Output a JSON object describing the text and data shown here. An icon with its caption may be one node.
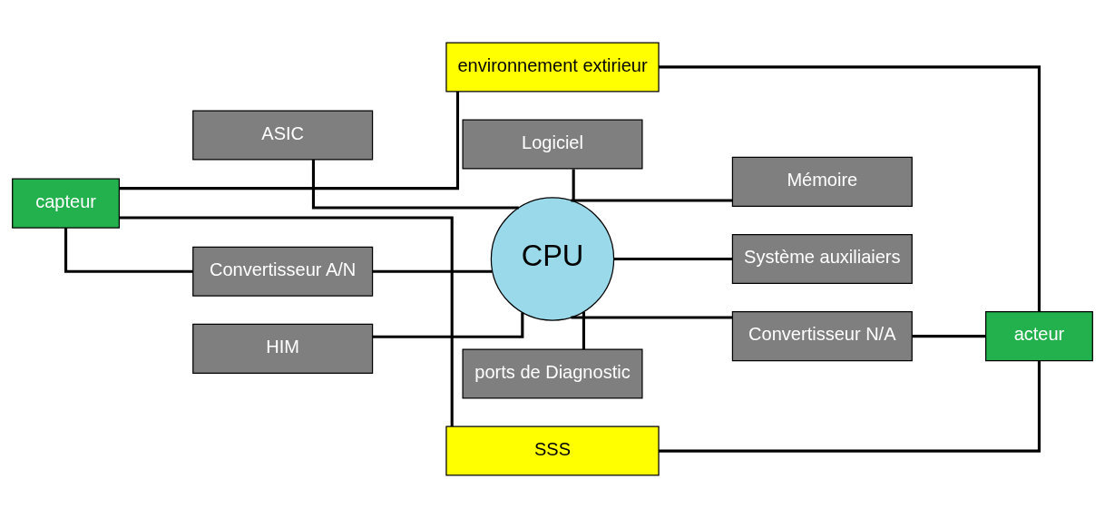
{
  "diagram": {
    "nodes": [
      {
        "text": [
          "environnement extirieur"
        ]
      },
      {
        "text": [
          "ASIC"
        ]
      },
      {
        "text": [
          "Logiciel"
        ]
      },
      {
        "text": [
          "Mémoire"
        ]
      },
      {
        "text": [
          "capteur"
        ]
      },
      {
        "text": [
          "Convertisseur A/N"
        ]
      },
      {
        "text": [
          "CPU"
        ]
      },
      {
        "text": [
          "Convertisseur N/A"
        ]
      },
      {
        "text": [
          "acteur"
        ]
      },
      {
        "text": [
          "HIM"
        ]
      },
      {
        "text": [
          "Système auxiliaiers"
        ]
      },
      {
        "text": [
          "ports de Diagnostic"
        ]
      },
      {
        "text": [
          "SSS"
        ]
      }
    ],
    "edges": [
      {
        "from": 0,
        "to": 4,
        "arrow": "none"
      },
      {
        "from": 4,
        "to": 12,
        "arrow": "none"
      },
      {
        "from": 12,
        "to": 8,
        "arrow": "none"
      },
      {
        "from": 8,
        "to": 0,
        "arrow": "none"
      },
      {
        "from": 4,
        "to": 5,
        "arrow": "none"
      },
      {
        "from": 5,
        "to": 6,
        "arrow": "none"
      },
      {
        "from": 1,
        "to": 6,
        "arrow": "none"
      },
      {
        "from": 9,
        "to": 6,
        "arrow": "none"
      },
      {
        "from": 2,
        "to": 6,
        "arrow": "none"
      },
      {
        "from": 6,
        "to": 11,
        "arrow": "none"
      },
      {
        "from": 6,
        "to": 3,
        "arrow": "none"
      },
      {
        "from": 6,
        "to": 7,
        "arrow": "none"
      },
      {
        "from": 6,
        "to": 10,
        "arrow": "none"
      },
      {
        "from": 7,
        "to": 8,
        "arrow": "none"
      }
    ]
  }
}
